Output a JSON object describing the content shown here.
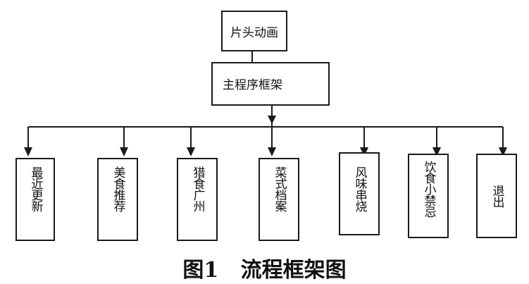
{
  "diagram": {
    "top_node": "片头动画",
    "main_node": "主程序框架",
    "modules": [
      "最近更新",
      "美食推荐",
      "猎食广州",
      "菜式档案",
      "风味串烧",
      "饮食小禁忌",
      "退出"
    ]
  },
  "caption": {
    "label": "图1",
    "title": "流程框架图"
  }
}
